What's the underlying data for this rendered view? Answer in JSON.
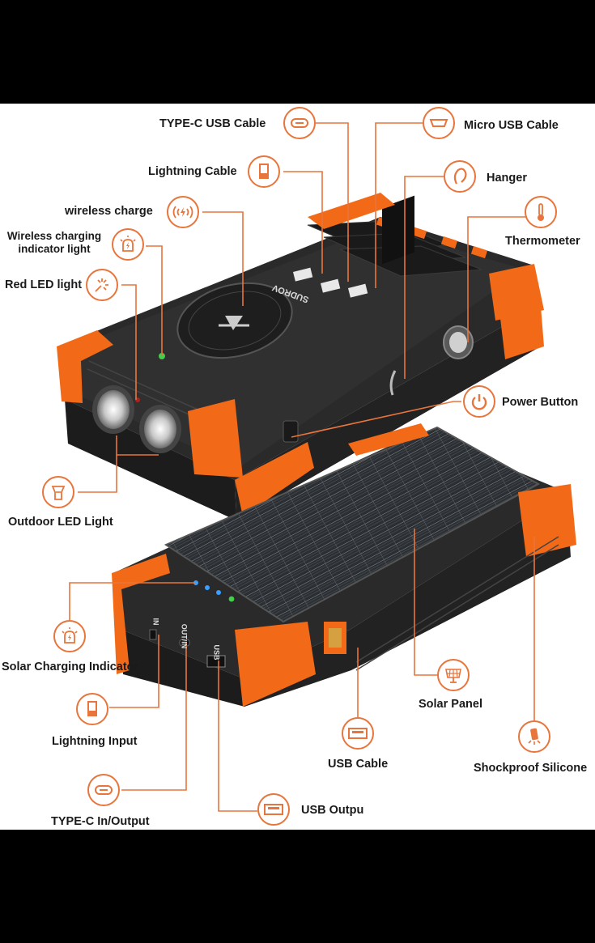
{
  "brand": "SUDROV",
  "colors": {
    "accent": "#e8753c",
    "device_orange": "#f26a17",
    "device_body": "#2a2a2a",
    "led_blue": "#3aa0ff",
    "led_green": "#42d04a"
  },
  "solar_indicator_leds": {
    "blue": 3,
    "green": 1
  },
  "port_labels": {
    "in": "IN",
    "out_in": "OUT/IN",
    "usb": "USB"
  },
  "callouts": [
    {
      "id": "type-c-usb-cable",
      "label": "TYPE-C USB Cable",
      "icon": "type-c-port-icon"
    },
    {
      "id": "micro-usb-cable",
      "label": "Micro USB Cable",
      "icon": "micro-usb-port-icon"
    },
    {
      "id": "lightning-cable",
      "label": "Lightning Cable",
      "icon": "lightning-port-icon"
    },
    {
      "id": "hanger",
      "label": "Hanger",
      "icon": "carabiner-icon"
    },
    {
      "id": "wireless-charge",
      "label": "wireless charge",
      "icon": "wireless-charge-icon"
    },
    {
      "id": "thermometer",
      "label": "Thermometer",
      "icon": "thermometer-icon"
    },
    {
      "id": "wireless-charging-indicator",
      "label": "Wireless charging\nindicator light",
      "icon": "indicator-light-icon"
    },
    {
      "id": "red-led-light",
      "label": "Red LED light",
      "icon": "red-led-icon"
    },
    {
      "id": "power-button",
      "label": "Power Button",
      "icon": "power-icon"
    },
    {
      "id": "outdoor-led-light",
      "label": "Outdoor LED Light",
      "icon": "flashlight-icon"
    },
    {
      "id": "solar-charging-indicator",
      "label": "Solar Charging Indicator",
      "icon": "indicator-light-icon"
    },
    {
      "id": "solar-panel",
      "label": "Solar Panel",
      "icon": "solar-panel-icon"
    },
    {
      "id": "lightning-input",
      "label": "Lightning Input",
      "icon": "lightning-port-icon"
    },
    {
      "id": "usb-cable",
      "label": "USB Cable",
      "icon": "usb-port-icon"
    },
    {
      "id": "shockproof-silicone",
      "label": "Shockproof Silicone",
      "icon": "shockproof-icon"
    },
    {
      "id": "type-c-in-output",
      "label": "TYPE-C In/Output",
      "icon": "type-c-port-icon"
    },
    {
      "id": "usb-output",
      "label": "USB Outpu",
      "icon": "usb-port-icon"
    }
  ]
}
